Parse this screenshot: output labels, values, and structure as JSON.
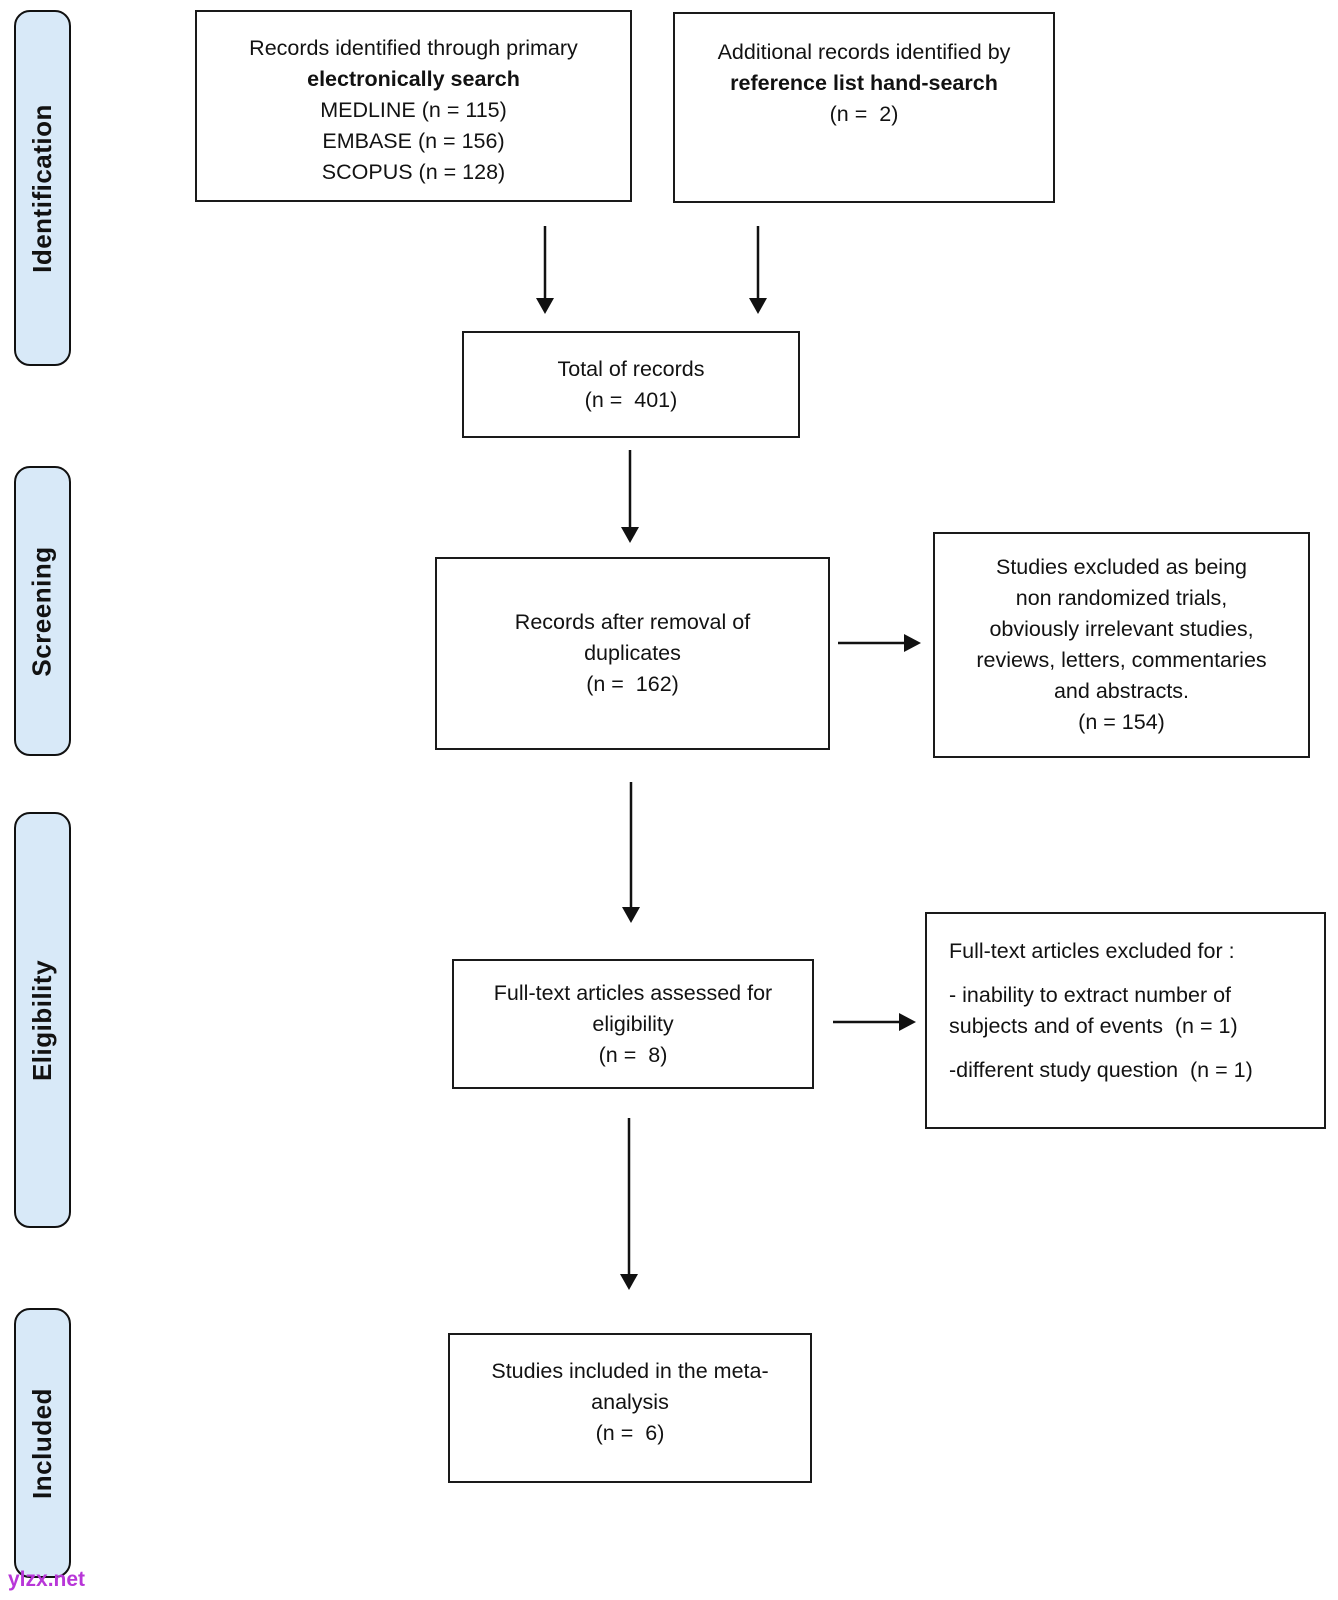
{
  "stages": [
    {
      "label": "Identification"
    },
    {
      "label": "Screening"
    },
    {
      "label": "Eligibility"
    },
    {
      "label": "Included"
    }
  ],
  "boxes": {
    "identified": {
      "line_normal": "Records identified through primary",
      "line_bold": "electronically search",
      "sources": [
        "MEDLINE (n = 115)",
        "EMBASE (n = 156)",
        "SCOPUS (n = 128)"
      ]
    },
    "additional": {
      "line_normal": "Additional records identified by",
      "line_bold": "reference list hand-search",
      "count": "(n =  2)"
    },
    "total": {
      "lines": [
        "Total of records",
        "(n =  401)"
      ]
    },
    "duplicates": {
      "lines": [
        "Records after removal of",
        "duplicates",
        "(n =  162)"
      ]
    },
    "excluded_screening": {
      "lines": [
        "Studies excluded as being",
        "non randomized trials,",
        "obviously irrelevant studies,",
        "reviews, letters, commentaries",
        "and abstracts.",
        "(n = 154)"
      ]
    },
    "fulltext": {
      "lines": [
        "Full-text articles assessed for",
        "eligibility",
        "(n =  8)"
      ]
    },
    "excluded_eligibility": {
      "heading": "Full-text articles excluded for :",
      "reasons": [
        "- inability to extract number of subjects and of events  (n = 1)",
        "-different study question  (n = 1)"
      ]
    },
    "included": {
      "lines": [
        "Studies included in the meta-",
        "analysis",
        "(n =  6)"
      ]
    }
  },
  "watermark": "ylzx.net",
  "colors": {
    "stage_fill": "#d8e9f8",
    "border": "#1a1a1a",
    "watermark": "#b836d8"
  }
}
